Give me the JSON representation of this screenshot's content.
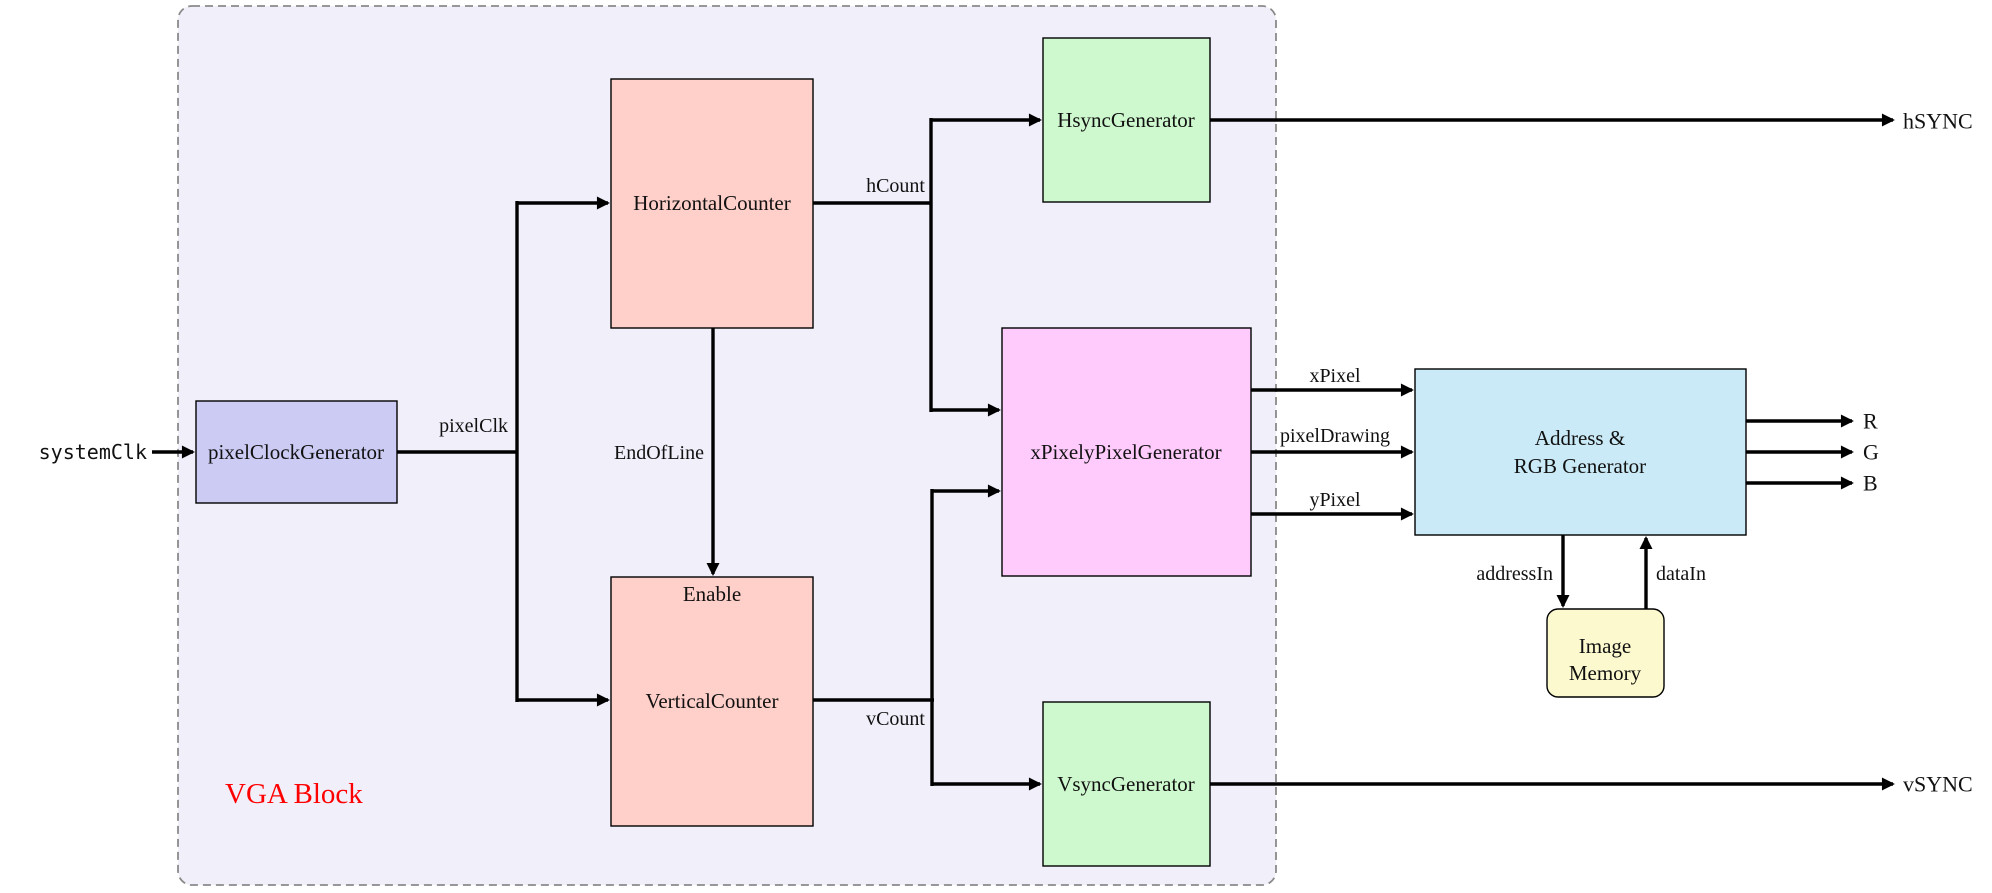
{
  "diagram": {
    "container_label": "VGA Block",
    "blocks": {
      "pixel_clock_generator": {
        "label": "pixelClockGenerator",
        "fill": "#CBCBF3"
      },
      "horizontal_counter": {
        "label": "HorizontalCounter",
        "fill": "#FFCFC9"
      },
      "vertical_counter": {
        "label": "VerticalCounter",
        "enable_port": "Enable",
        "fill": "#FFCFC9"
      },
      "hsync_generator": {
        "label": "HsyncGenerator",
        "fill": "#CEF8CD"
      },
      "vsync_generator": {
        "label": "VsyncGenerator",
        "fill": "#CEF8CD"
      },
      "x_pixel_y_pixel_generator": {
        "label": "xPixelyPixelGenerator",
        "fill": "#FFCBFC"
      },
      "address_rgb_generator": {
        "label_line1": "Address &",
        "label_line2": "RGB Generator",
        "fill": "#C9EAF6"
      },
      "image_memory": {
        "label_line1": "Image",
        "label_line2": "Memory",
        "fill": "#FCF9CE"
      }
    },
    "signals": {
      "system_clk": "systemClk",
      "pixel_clk": "pixelClk",
      "end_of_line": "EndOfLine",
      "h_count": "hCount",
      "v_count": "vCount",
      "x_pixel": "xPixel",
      "pixel_drawing": "pixelDrawing",
      "y_pixel": "yPixel",
      "h_sync": "hSYNC",
      "v_sync": "vSYNC",
      "red": "R",
      "green": "G",
      "blue": "B",
      "address_in": "addressIn",
      "data_in": "dataIn"
    },
    "colors": {
      "container_fill": "#F1EFFA",
      "container_border": "#8A8A8A",
      "wire": "#000000",
      "container_label_color": "#FF0000"
    }
  }
}
